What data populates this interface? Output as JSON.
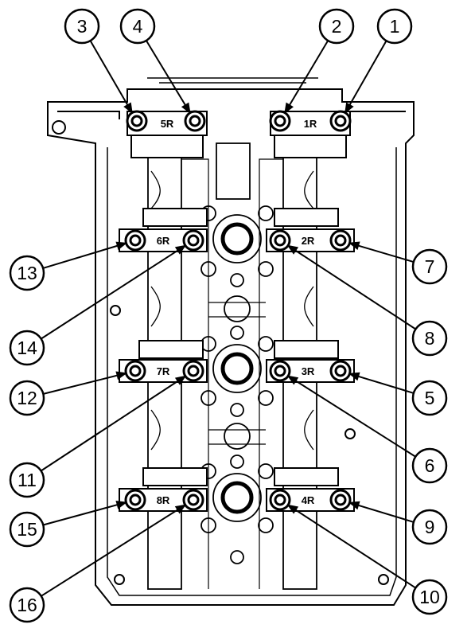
{
  "diagram": {
    "line_color": "#000000",
    "background": "#ffffff",
    "callouts": [
      {
        "number": "1"
      },
      {
        "number": "2"
      },
      {
        "number": "3"
      },
      {
        "number": "4"
      },
      {
        "number": "5"
      },
      {
        "number": "6"
      },
      {
        "number": "7"
      },
      {
        "number": "8"
      },
      {
        "number": "9"
      },
      {
        "number": "10"
      },
      {
        "number": "11"
      },
      {
        "number": "12"
      },
      {
        "number": "13"
      },
      {
        "number": "14"
      },
      {
        "number": "15"
      },
      {
        "number": "16"
      }
    ],
    "cap_labels": [
      {
        "text": "5R"
      },
      {
        "text": "1R"
      },
      {
        "text": "6R"
      },
      {
        "text": "2R"
      },
      {
        "text": "7R"
      },
      {
        "text": "3R"
      },
      {
        "text": "8R"
      },
      {
        "text": "4R"
      }
    ]
  }
}
